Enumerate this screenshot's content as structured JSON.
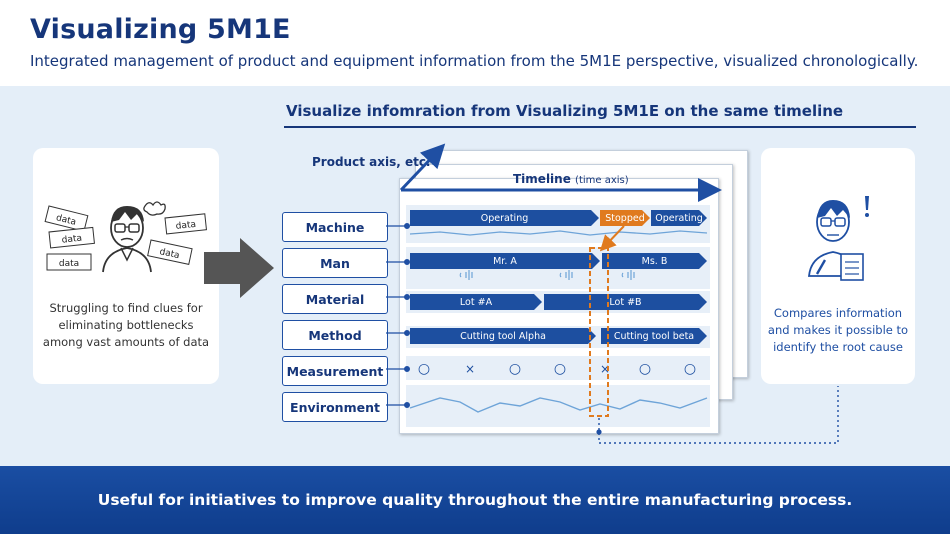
{
  "header": {
    "title": "Visualizing 5M1E",
    "subtitle": "Integrated management of product and equipment information from the 5M1E perspective, visualized chronologically."
  },
  "visualization": {
    "heading": "Visualize infomration from Visualizing 5M1E on the same timeline",
    "product_axis_label": "Product axis, etc.",
    "timeline_label": "Timeline",
    "timeline_sublabel": "(time axis)"
  },
  "left_panel": {
    "data_labels": [
      "data",
      "data",
      "data",
      "data",
      "data"
    ],
    "caption": "Struggling to find clues for eliminating bottlenecks among vast amounts of data"
  },
  "right_panel": {
    "caption": "Compares information and makes it possible to identify the root cause"
  },
  "factors": [
    {
      "label": "Machine"
    },
    {
      "label": "Man"
    },
    {
      "label": "Material"
    },
    {
      "label": "Method"
    },
    {
      "label": "Measurement"
    },
    {
      "label": "Environment"
    }
  ],
  "timeline_rows": {
    "machine": [
      "Operating",
      "Stopped",
      "Operating"
    ],
    "man": [
      "Mr. A",
      "Ms. B"
    ],
    "material": [
      "Lot #A",
      "Lot #B"
    ],
    "method": [
      "Cutting tool Alpha",
      "Cutting tool beta"
    ],
    "measurement": [
      "○",
      "×",
      "○",
      "○",
      "×",
      "○",
      "○"
    ]
  },
  "footer": {
    "text": "Useful for initiatives to improve quality throughout the entire manufacturing process."
  },
  "colors": {
    "navy": "#16367a",
    "bar_blue": "#1d4fa0",
    "stopped_orange": "#e07a1e",
    "band_background": "#e4eef8",
    "footer_blue": "#1a4ea3"
  }
}
